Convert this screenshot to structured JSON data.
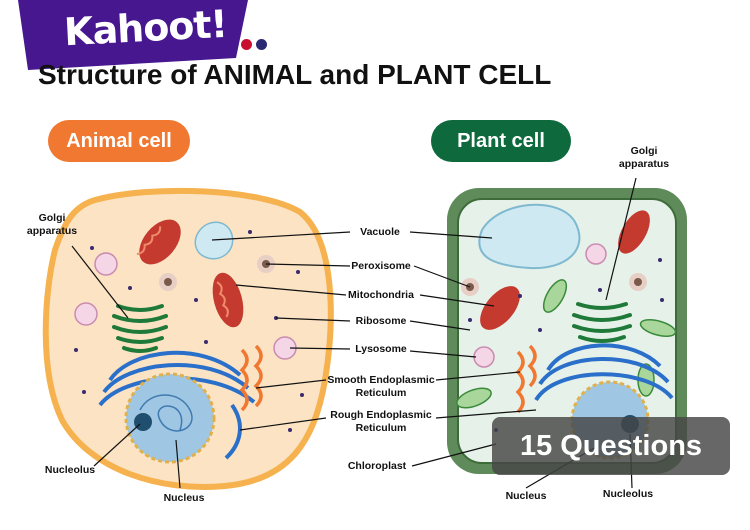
{
  "brand": {
    "logo_text": "Kahoot!",
    "banner_color": "#46178f"
  },
  "header": {
    "title": "Structure of ANIMAL and PLANT CELL"
  },
  "panels": {
    "animal": {
      "label": "Animal cell",
      "color": "#f07830"
    },
    "plant": {
      "label": "Plant cell",
      "color": "#0e6a3c"
    }
  },
  "labels": {
    "golgi_left": "Golgi apparatus",
    "golgi_right": "Golgi apparatus",
    "vacuole": "Vacuole",
    "peroxisome": "Peroxisome",
    "mitochondria": "Mitochondria",
    "ribosome": "Ribosome",
    "lysosome": "Lysosome",
    "smooth_er": "Smooth Endoplasmic Reticulum",
    "rough_er": "Rough Endoplasmic Reticulum",
    "chloroplast": "Chloroplast",
    "nucleolus_left": "Nucleolus",
    "nucleus_left": "Nucleus",
    "nucleus_right": "Nucleus",
    "nucleolus_right": "Nucleolus"
  },
  "badge": {
    "text": "15 Questions"
  }
}
